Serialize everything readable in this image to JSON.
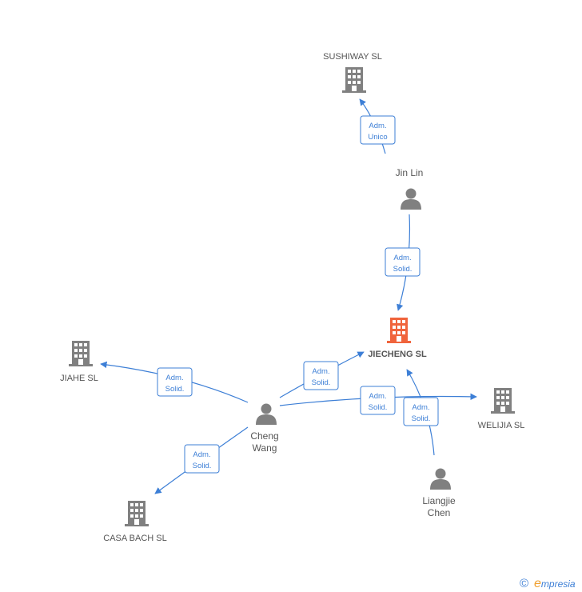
{
  "companies": {
    "sushiway": "SUSHIWAY  SL",
    "jiecheng": "JIECHENG  SL",
    "jiahe": "JIAHE  SL",
    "welijia": "WELIJIA  SL",
    "casa_bach": "CASA BACH  SL"
  },
  "persons": {
    "jin_lin": [
      "Jin Lin"
    ],
    "cheng_wang": [
      "Cheng",
      "Wang"
    ],
    "liangjie_chen": [
      "Liangjie",
      "Chen"
    ]
  },
  "relations": {
    "jinlin_sushiway": [
      "Adm.",
      "Unico"
    ],
    "jinlin_jiecheng": [
      "Adm.",
      "Solid."
    ],
    "chengwang_jiecheng": [
      "Adm.",
      "Solid."
    ],
    "chengwang_jiahe": [
      "Adm.",
      "Solid."
    ],
    "chengwang_welijia": [
      "Adm.",
      "Solid."
    ],
    "chengwang_casabach": [
      "Adm.",
      "Solid."
    ],
    "liangjie_jiecheng": [
      "Adm.",
      "Solid."
    ]
  },
  "footer": {
    "copyright_symbol": "©",
    "brand_initial": "e",
    "brand_rest": "mpresia"
  },
  "colors": {
    "edge": "#3d7fd6",
    "main_company": "#f0643c",
    "node": "#808080"
  }
}
